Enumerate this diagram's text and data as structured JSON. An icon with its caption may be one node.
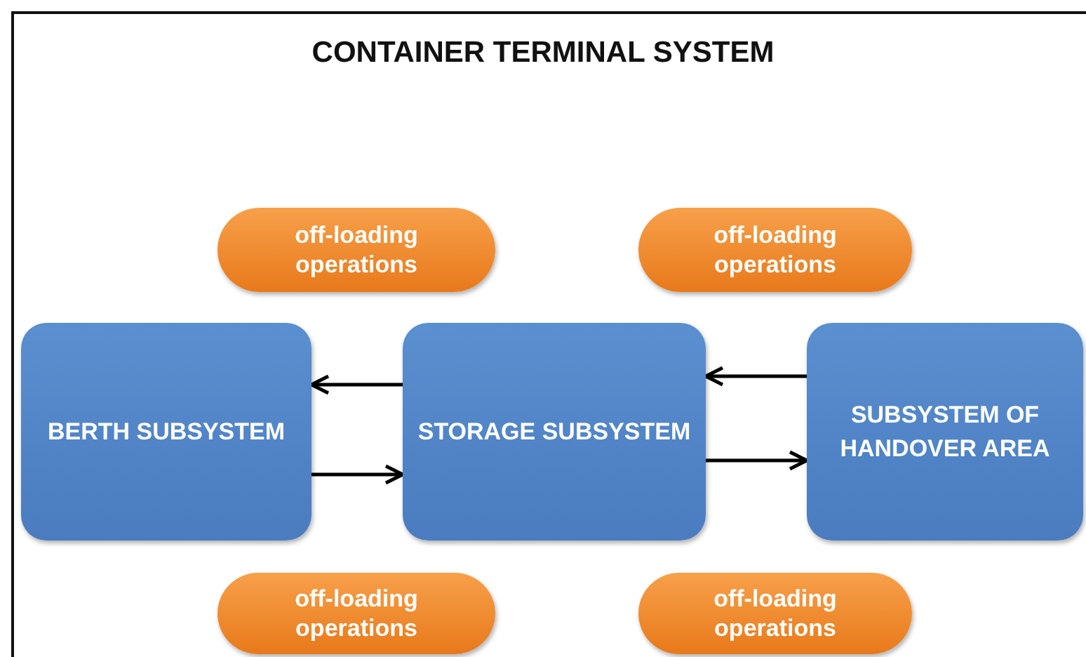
{
  "diagram": {
    "title": "CONTAINER TERMINAL SYSTEM",
    "nodes": [
      {
        "text": [
          "off-loading operations"
        ]
      },
      {
        "text": [
          "off-loading operations"
        ]
      },
      {
        "text": [
          "BERTH SUBSYSTEM"
        ]
      },
      {
        "text": [
          "STORAGE SUBSYSTEM"
        ]
      },
      {
        "text": [
          "SUBSYSTEM OF HANDOVER AREA"
        ]
      },
      {
        "text": [
          "off-loading operations"
        ]
      },
      {
        "text": [
          "off-loading operations"
        ]
      }
    ],
    "edges": [
      {
        "from": 3,
        "to": 2,
        "arrow": "to"
      },
      {
        "from": 2,
        "to": 3,
        "arrow": "to"
      },
      {
        "from": 4,
        "to": 3,
        "arrow": "to"
      },
      {
        "from": 3,
        "to": 4,
        "arrow": "to"
      }
    ]
  }
}
